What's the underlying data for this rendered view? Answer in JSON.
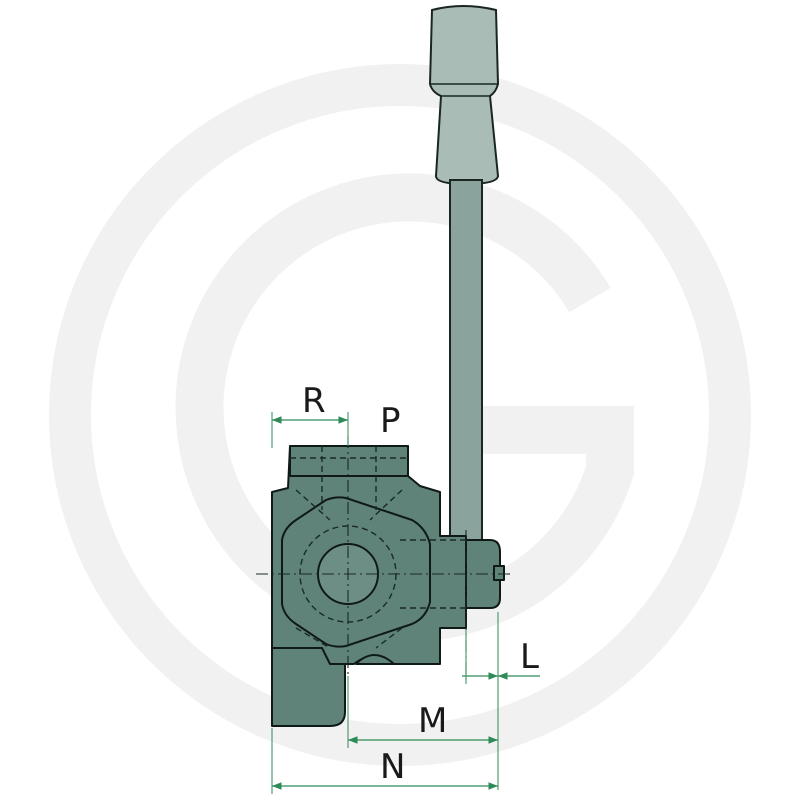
{
  "diagram": {
    "dimension_labels": {
      "R": "R",
      "P": "P",
      "L": "L",
      "M": "M",
      "N": "N"
    },
    "colors": {
      "valve_body": "#5f8379",
      "lever": "#8aa39c",
      "knob": "#a9bcb6",
      "dimension_lines": "#2e8b57",
      "watermark": "#f0f0f0"
    }
  }
}
